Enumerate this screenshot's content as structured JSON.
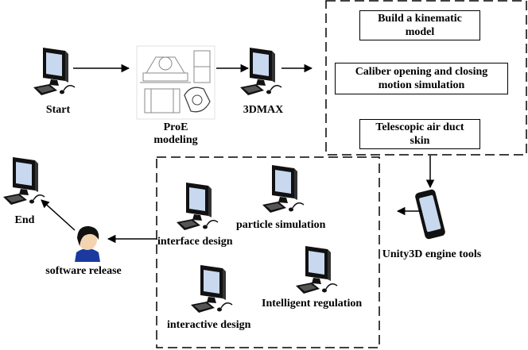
{
  "nodes": {
    "start": "Start",
    "proe_line1": "ProE",
    "proe_line2": "modeling",
    "max3d": "3DMAX",
    "unity": "Unity3D engine tools",
    "end": "End",
    "release": "software release"
  },
  "boxes": {
    "kinematic_l1": "Build a kinematic",
    "kinematic_l2": "model",
    "caliper_l1": "Caliber opening and closing",
    "caliper_l2": "motion simulation",
    "duct_l1": "Telescopic air duct",
    "duct_l2": "skin"
  },
  "dev": {
    "interface": "interface design",
    "particle": "particle simulation",
    "interactive": "interactive design",
    "regulation": "Intelligent regulation"
  },
  "colors": {
    "line": "#000000",
    "screen": "#c8d8ef",
    "monitor": "#111111"
  }
}
